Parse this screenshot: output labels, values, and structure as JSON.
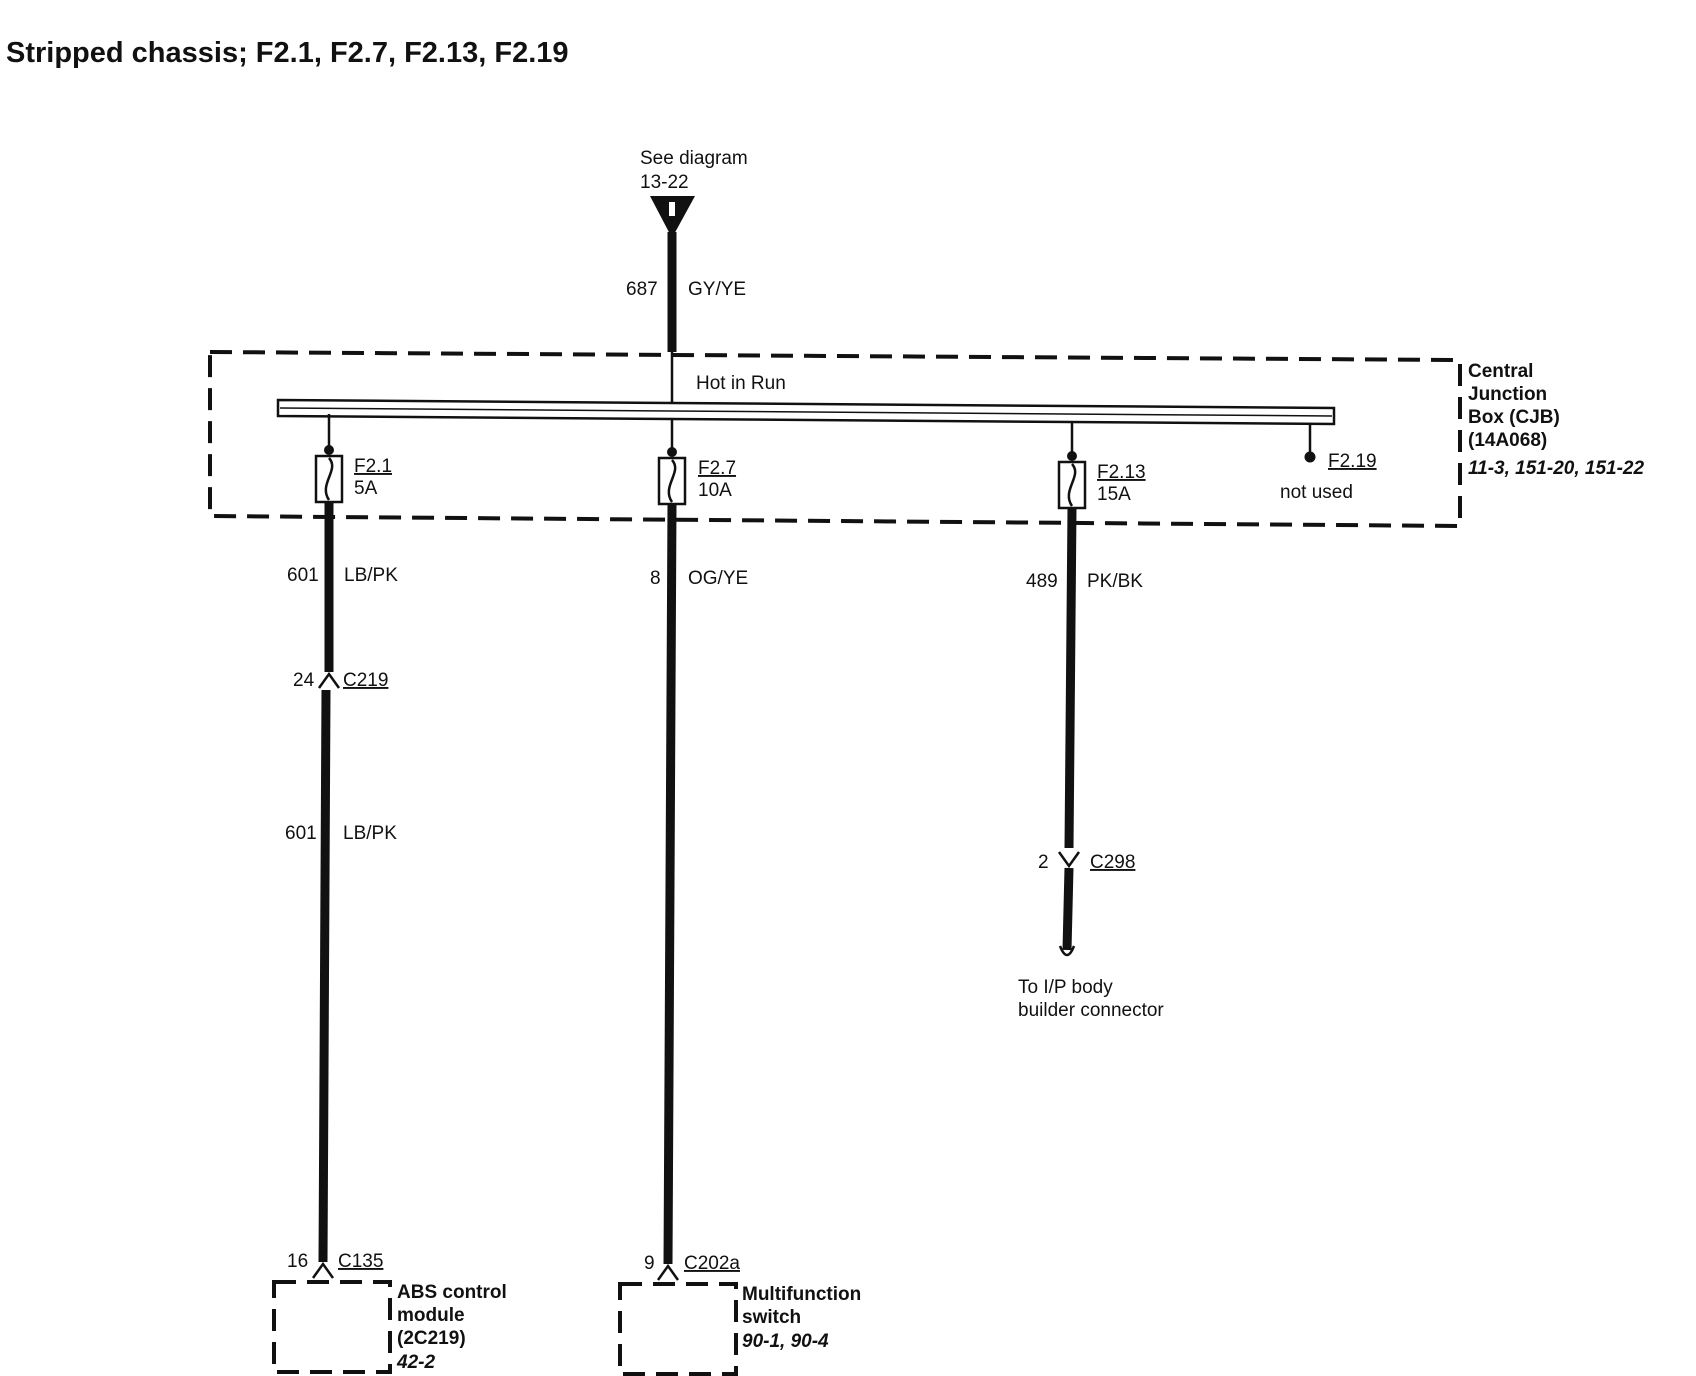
{
  "title": "Stripped chassis; F2.1, F2.7, F2.13, F2.19",
  "source": {
    "line1": "See diagram",
    "line2": "13-22"
  },
  "feed_wire": {
    "circuit": "687",
    "color": "GY/YE"
  },
  "bus_label": "Hot in Run",
  "cjb": {
    "name_lines": [
      "Central",
      "Junction",
      "Box (CJB)",
      "(14A068)"
    ],
    "refs": "11-3, 151-20, 151-22"
  },
  "fuses": [
    {
      "id": "F2.1",
      "rating": "5A"
    },
    {
      "id": "F2.7",
      "rating": "10A"
    },
    {
      "id": "F2.13",
      "rating": "15A"
    },
    {
      "id": "F2.19",
      "note": "not used"
    }
  ],
  "wires": [
    {
      "circuit": "601",
      "color": "LB/PK"
    },
    {
      "circuit": "8",
      "color": "OG/YE"
    },
    {
      "circuit": "489",
      "color": "PK/BK"
    },
    {
      "circuit": "601",
      "color": "LB/PK"
    }
  ],
  "connectors": [
    {
      "pin": "24",
      "name": "C219"
    },
    {
      "pin": "2",
      "name": "C298"
    },
    {
      "pin": "16",
      "name": "C135"
    },
    {
      "pin": "9",
      "name": "C202a"
    }
  ],
  "destination_note": {
    "line1": "To I/P body",
    "line2": "builder connector"
  },
  "components": [
    {
      "lines": [
        "ABS control",
        "module",
        "(2C219)"
      ],
      "ref": "42-2"
    },
    {
      "lines": [
        "Multifunction",
        "switch"
      ],
      "ref": "90-1, 90-4"
    }
  ]
}
